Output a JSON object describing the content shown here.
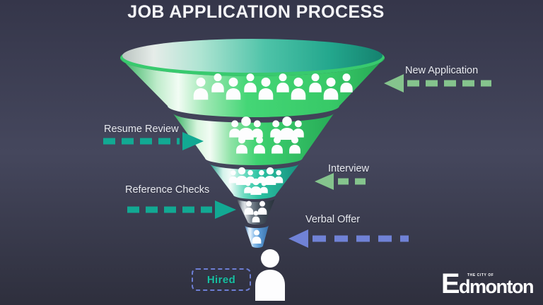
{
  "title": "JOB APPLICATION PROCESS",
  "funnel": {
    "stages": [
      {
        "label": "New Application",
        "side": "right",
        "people_count": 10,
        "arrow_color": "#85c48d",
        "color": "#44d676"
      },
      {
        "label": "Resume Review",
        "side": "left",
        "people_count": 10,
        "arrow_color": "#12a993",
        "color": "#3ed271"
      },
      {
        "label": "Interview",
        "side": "right",
        "people_count": 9,
        "arrow_color": "#85c48d",
        "color": "#2cc3a3"
      },
      {
        "label": "Reference Checks",
        "side": "left",
        "people_count": 3,
        "arrow_color": "#12a993",
        "color": "#47525e"
      },
      {
        "label": "Verbal Offer",
        "side": "right",
        "people_count": 1,
        "arrow_color": "#7082d6",
        "color": "#5b9bd5"
      }
    ],
    "outcome": {
      "label": "Hired",
      "people_count": 1,
      "text_color": "#17bfa2",
      "border_color": "#6d7ed3"
    }
  },
  "logo": {
    "brand": "Edmonton",
    "tagline": "THE CITY OF"
  },
  "colors": {
    "background_top": "#35364a",
    "background_mid": "#45475d",
    "background_bottom": "#2e2f3d",
    "title_text": "#f5f5f8",
    "label_text": "#e8eaf0",
    "funnel_top_surface": "#23a78d",
    "funnel_rim": "#38ca6e",
    "people_icon": "#fdfdfe"
  }
}
